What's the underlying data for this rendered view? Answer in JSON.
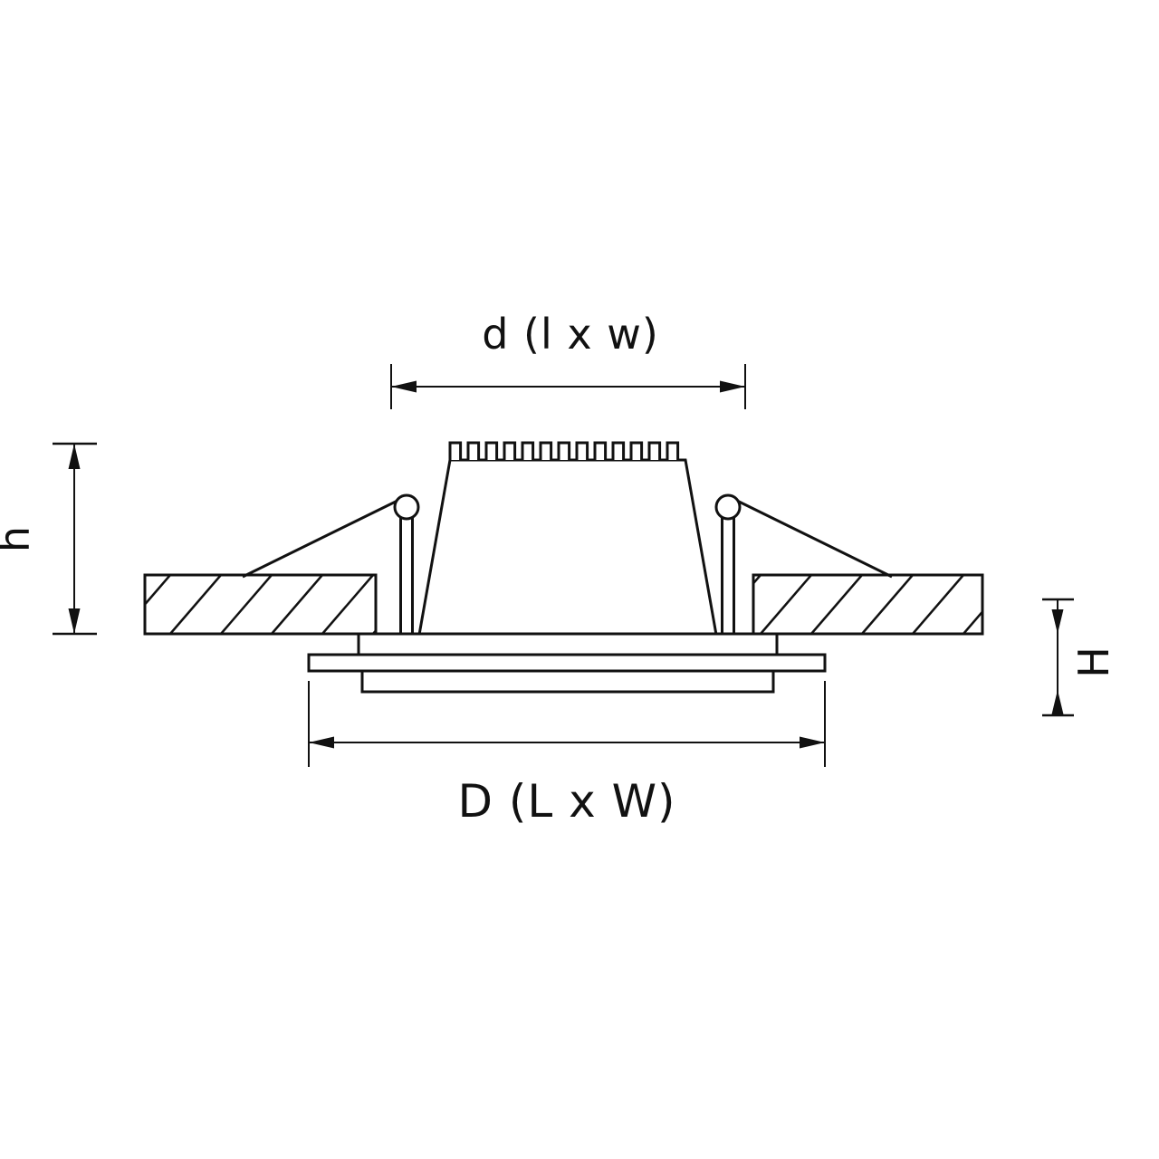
{
  "diagram": {
    "colors": {
      "line": "#111111",
      "background": "#ffffff"
    },
    "dimensions": {
      "cutout_width": {
        "label": "d (l x w)"
      },
      "recess_depth": {
        "label": "h"
      },
      "flange_height": {
        "label": "H"
      },
      "overall_width": {
        "label": "D (L x W)"
      }
    }
  }
}
